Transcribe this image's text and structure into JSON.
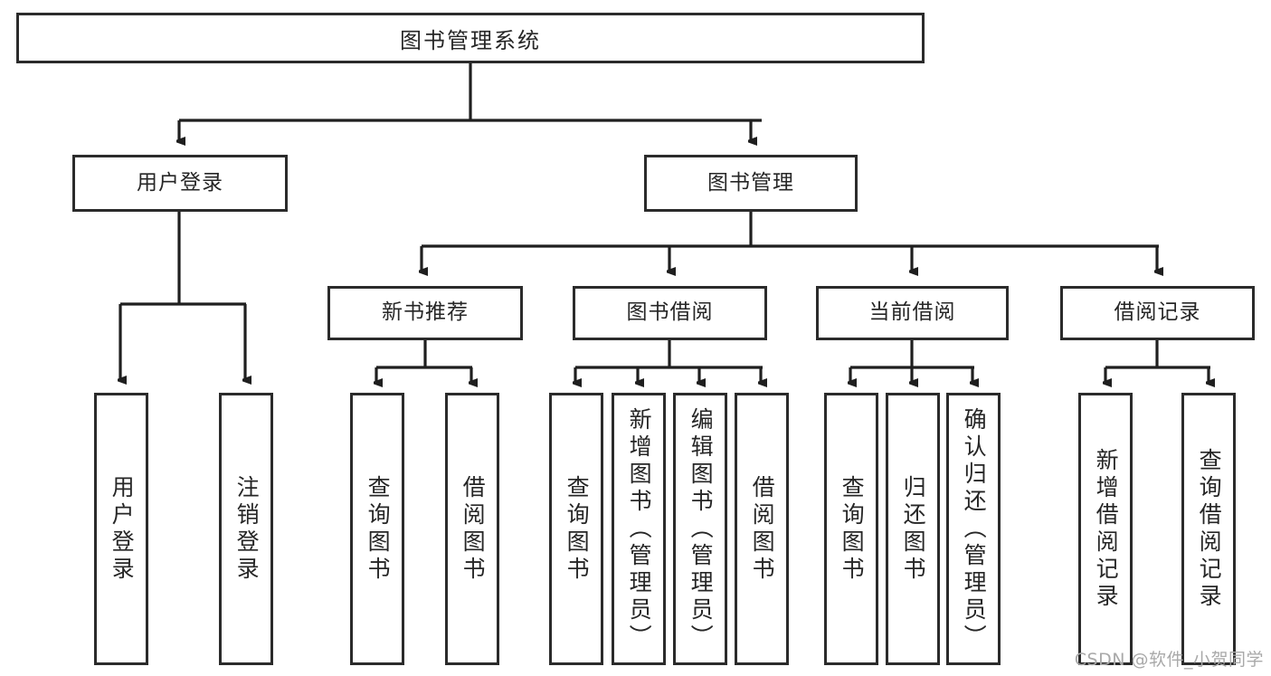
{
  "diagram": {
    "title": "图书管理系统",
    "type": "tree",
    "colors": {
      "box_border": "#2b2b2b",
      "box_fill": "#ffffff",
      "connector": "#1f1f1f",
      "text": "#262626",
      "watermark": "#a9a9a9",
      "background": "#ffffff"
    },
    "root": {
      "label": "图书管理系统"
    },
    "level2": [
      {
        "label": "用户登录"
      },
      {
        "label": "图书管理"
      }
    ],
    "level3": [
      {
        "label": "新书推荐"
      },
      {
        "label": "图书借阅"
      },
      {
        "label": "当前借阅"
      },
      {
        "label": "借阅记录"
      }
    ],
    "leaves": {
      "user_login": [
        {
          "label": "用户登录"
        },
        {
          "label": "注销登录"
        }
      ],
      "new_book_recommend": [
        {
          "label": "查询图书"
        },
        {
          "label": "借阅图书"
        }
      ],
      "book_borrow": [
        {
          "label": "查询图书"
        },
        {
          "label": "新增图书（管理员）"
        },
        {
          "label": "编辑图书（管理员）"
        },
        {
          "label": "借阅图书"
        }
      ],
      "current_borrow": [
        {
          "label": "查询图书"
        },
        {
          "label": "归还图书"
        },
        {
          "label": "确认归还（管理员）"
        }
      ],
      "borrow_record": [
        {
          "label": "新增借阅记录"
        },
        {
          "label": "查询借阅记录"
        }
      ]
    }
  },
  "watermark": {
    "text": "CSDN @软件_小贺同学"
  }
}
